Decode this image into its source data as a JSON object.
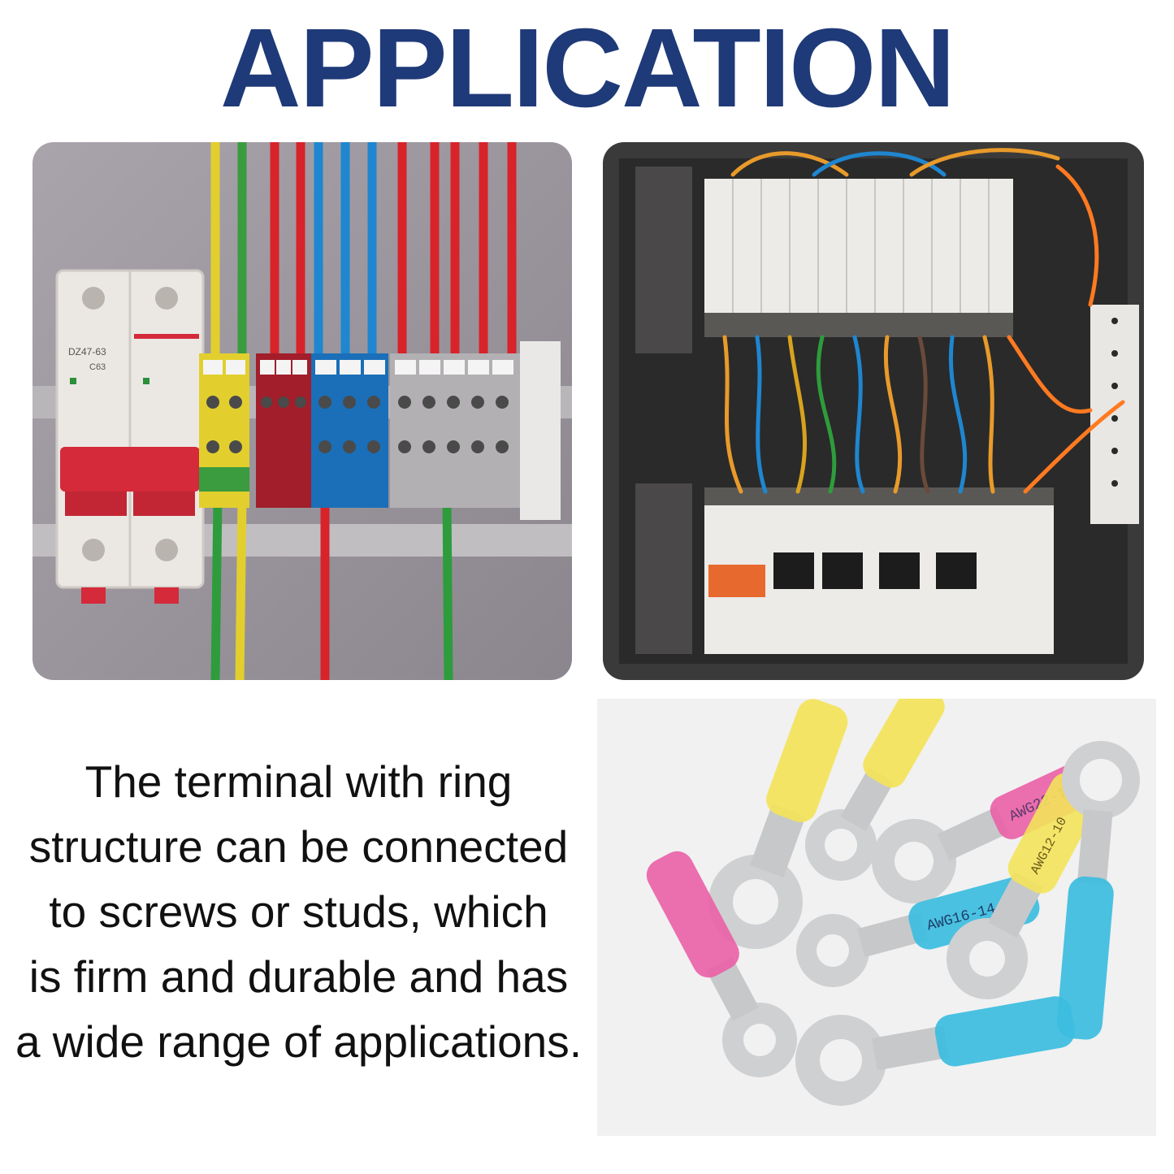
{
  "page": {
    "title": "APPLICATION",
    "title_color": "#1f3a78",
    "description_lines": [
      "The terminal with ring",
      "structure can be connected",
      "to screws or studs, which",
      "is firm and durable and has",
      "a wide range of applications."
    ]
  },
  "images": {
    "breakers": {
      "icon": "circuit-breaker-din-rail-photo",
      "breaker_label": "DZ47-63",
      "breaker_rating": "C63"
    },
    "panel": {
      "icon": "electrical-control-panel-photo"
    },
    "terminals": {
      "icon": "heat-shrink-ring-terminals-photo",
      "sleeve_labels": [
        "AWG16-14",
        "AWG22-16",
        "AWG12-10"
      ]
    }
  },
  "colors": {
    "yellow_sleeve": "#f3e35a",
    "pink_sleeve": "#ea5fa6",
    "blue_sleeve": "#3cbde0",
    "breaker_red": "#d42a3a",
    "wire_red": "#d8232a",
    "wire_blue": "#1f86d0",
    "wire_green": "#2e9c3c"
  }
}
